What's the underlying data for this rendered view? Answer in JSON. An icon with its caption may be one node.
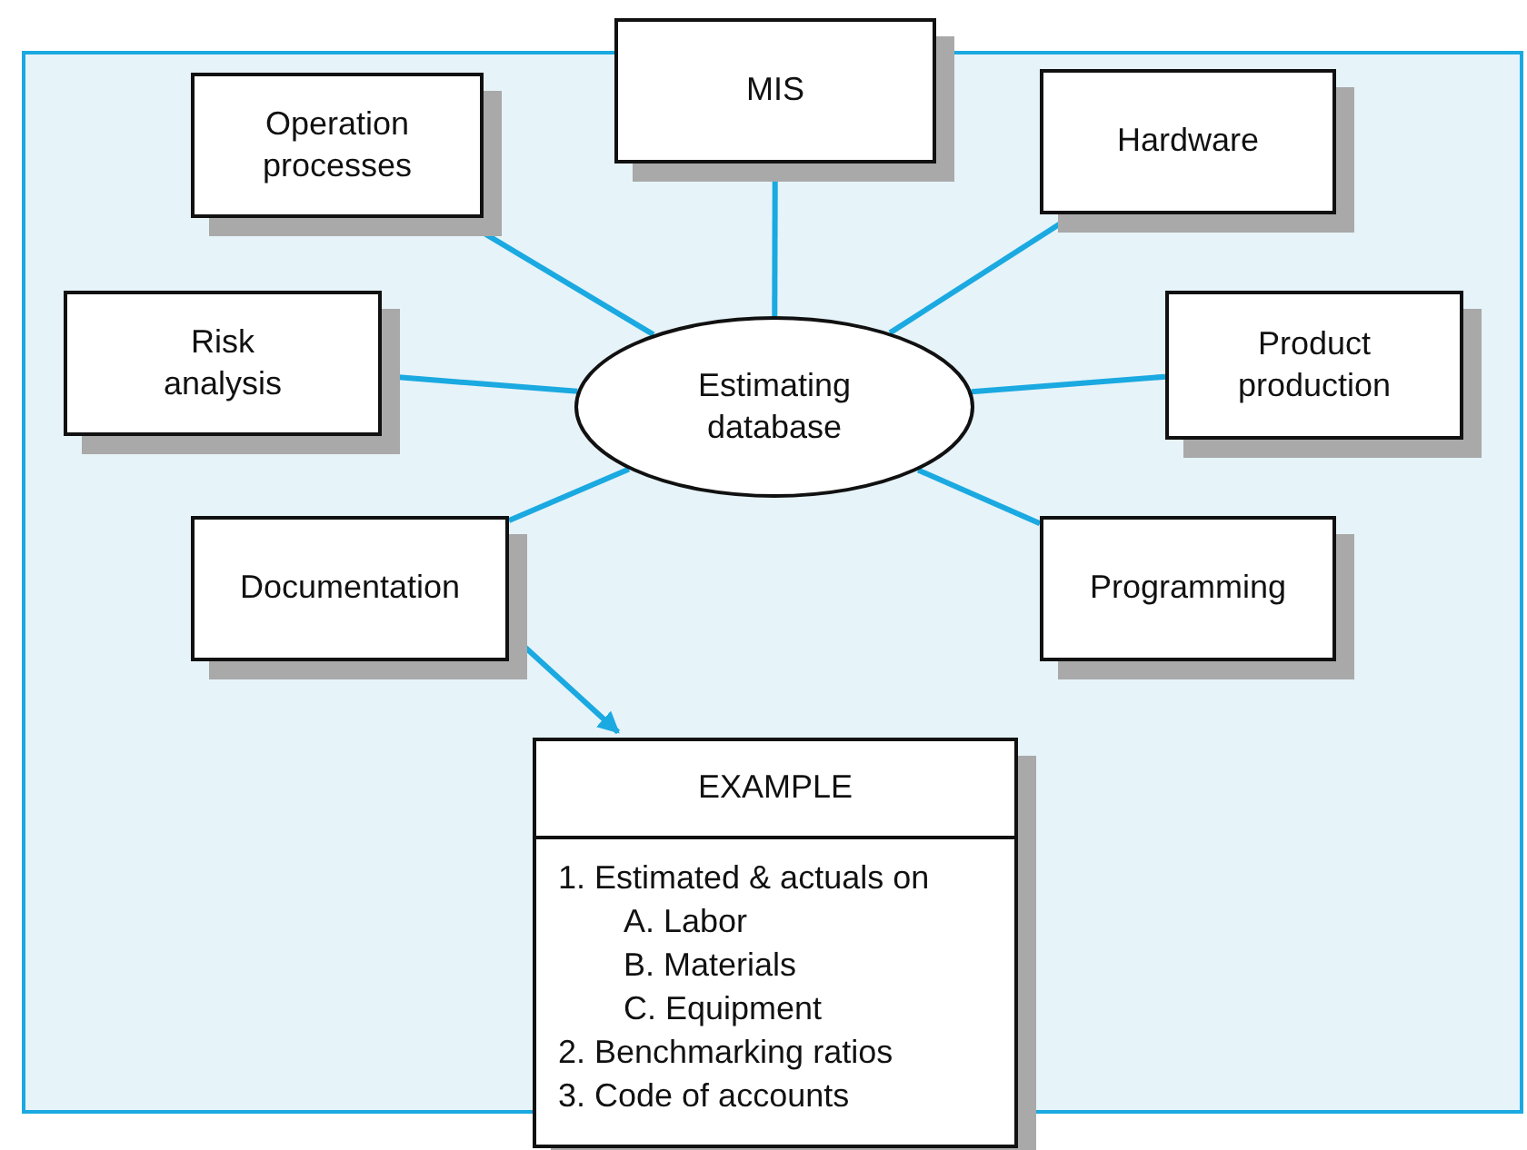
{
  "diagram": {
    "nodes": [
      {
        "text": [
          "MIS"
        ]
      },
      {
        "text": [
          "Operation processes"
        ]
      },
      {
        "text": [
          "Hardware"
        ]
      },
      {
        "text": [
          "Risk analysis"
        ]
      },
      {
        "text": [
          "Estimating database"
        ]
      },
      {
        "text": [
          "Product production"
        ]
      },
      {
        "text": [
          "Documentation"
        ]
      },
      {
        "text": [
          "Programming"
        ]
      },
      {
        "text": [
          "EXAMPLE",
          "1. Estimated & actuals on",
          "A. Labor",
          "B. Materials",
          "C. Equipment",
          "2. Benchmarking ratios",
          "3. Code of accounts"
        ]
      }
    ],
    "edges": [
      {
        "from": 4,
        "to": 0,
        "arrow": "none"
      },
      {
        "from": 4,
        "to": 1,
        "arrow": "none"
      },
      {
        "from": 4,
        "to": 2,
        "arrow": "none"
      },
      {
        "from": 4,
        "to": 3,
        "arrow": "none"
      },
      {
        "from": 4,
        "to": 5,
        "arrow": "none"
      },
      {
        "from": 4,
        "to": 6,
        "arrow": "none"
      },
      {
        "from": 4,
        "to": 7,
        "arrow": "none"
      },
      {
        "from": 6,
        "to": 8,
        "arrow": "to"
      }
    ]
  }
}
